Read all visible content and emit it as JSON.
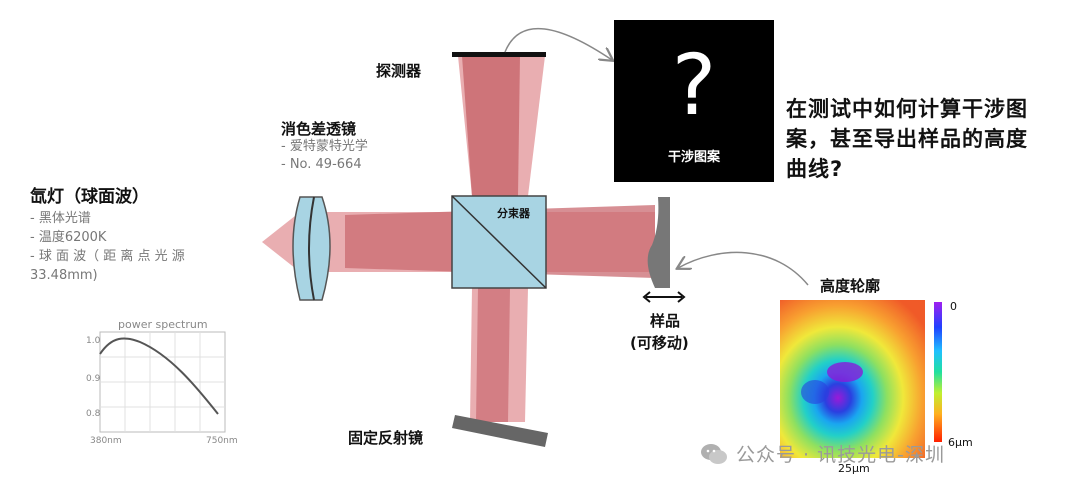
{
  "labels": {
    "detector": "探测器",
    "beam_splitter": "分束器",
    "sample": "样品",
    "sample_note": "(可移动)",
    "fixed_mirror": "固定反射镜",
    "height_profile": "高度轮廓",
    "interference_pattern": "干涉图案",
    "question_mark": "?"
  },
  "lens": {
    "title": "消色差透镜",
    "lines": [
      "- 爱特蒙特光学",
      "- No. 49-664"
    ]
  },
  "lamp": {
    "title": "氙灯（球面波）",
    "lines": [
      "- 黑体光谱",
      "-      温度6200K",
      "-      球 面 波（ 距 离 点 光 源",
      "        33.48mm)"
    ]
  },
  "question": "在测试中如何计算干涉图案，甚至导出样品的高度曲线?",
  "spectrum": {
    "title": "power spectrum",
    "y_ticks": [
      "1.0",
      "0.9",
      "0.8"
    ],
    "x_ticks": [
      "380nm",
      "750nm"
    ]
  },
  "colorbar": {
    "top": "0",
    "bottom": "6μm",
    "xlabel": "25μm"
  },
  "watermark": "公众号 · 讯技光电-深圳",
  "colors": {
    "beam": "#c96a70",
    "beam_light": "#e9aeb1",
    "optic": "#a8d4e3",
    "mirror": "#666666"
  }
}
